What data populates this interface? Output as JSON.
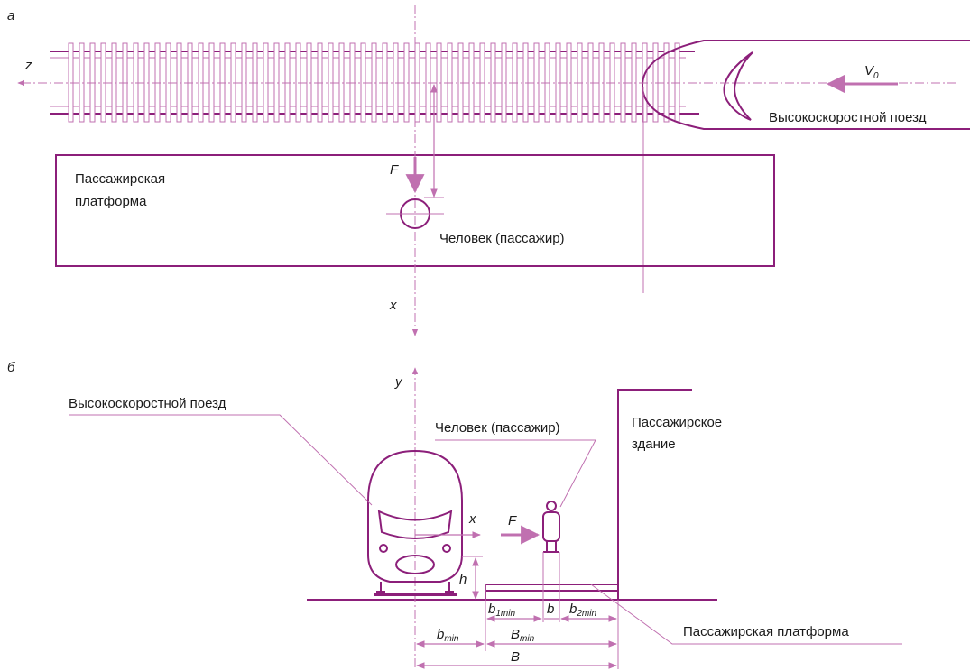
{
  "panels": {
    "a": "а",
    "b": "б"
  },
  "top_view": {
    "axis_z": "z",
    "axis_x": "x",
    "velocity": "V",
    "velocity_sub": "0",
    "force": "F",
    "train_label": "Высокоскоростной поезд",
    "platform_label_line1": "Пассажирская",
    "platform_label_line2": "платформа",
    "person_label": "Человек (пассажир)"
  },
  "side_view": {
    "axis_y": "y",
    "axis_x": "x",
    "force": "F",
    "train_label": "Высокоскоростной поезд",
    "person_label": "Человек (пассажир)",
    "building_label_line1": "Пассажирское",
    "building_label_line2": "здание",
    "platform_label": "Пассажирская платформа",
    "dims": {
      "h": "h",
      "b1min": "b",
      "b1min_sub": "1min",
      "b": "b",
      "b2min": "b",
      "b2min_sub": "2min",
      "bmin": "b",
      "bmin_sub": "min",
      "Bmin": "B",
      "Bmin_sub": "min",
      "B": "B"
    }
  },
  "colors": {
    "main_line": "#8c1f7a",
    "accent": "#c070b0",
    "text": "#1a1a1a"
  }
}
